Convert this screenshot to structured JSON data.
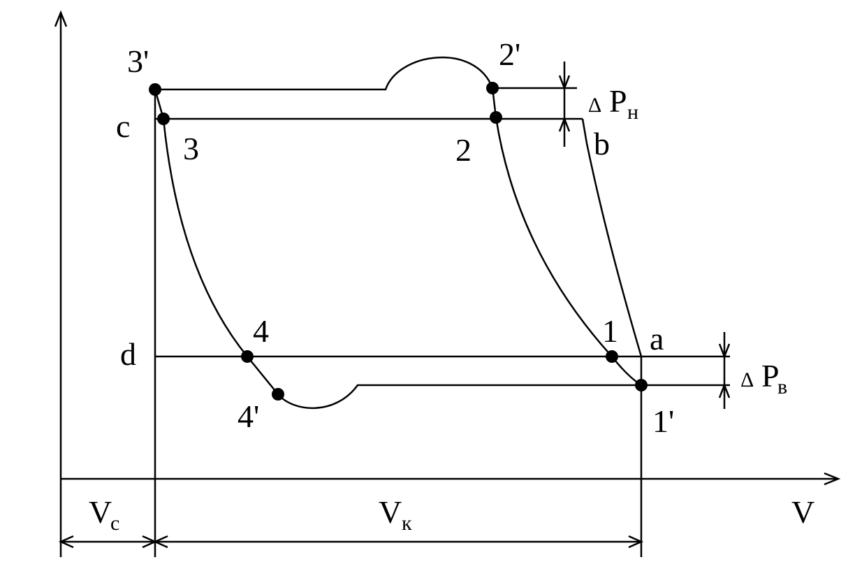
{
  "diagram": {
    "axis_labels": {
      "volume": "V"
    },
    "points": {
      "p3prime": "3'",
      "p2prime": "2'",
      "c": "c",
      "p3": "3",
      "p2": "2",
      "b": "b",
      "d": "d",
      "p4": "4",
      "p1": "1",
      "a": "a",
      "p4prime": "4'",
      "p1prime": "1'"
    },
    "pressure_deltas": {
      "discharge": {
        "symbol": "Δ",
        "main": "P",
        "sub": "н"
      },
      "suction": {
        "symbol": "Δ",
        "main": "P",
        "sub": "в"
      }
    },
    "volumes": {
      "clearance": {
        "main": "V",
        "sub": "c"
      },
      "stroke": {
        "main": "V",
        "sub": "к"
      }
    },
    "colors": {
      "ink": "#000000",
      "background": "#ffffff"
    }
  }
}
